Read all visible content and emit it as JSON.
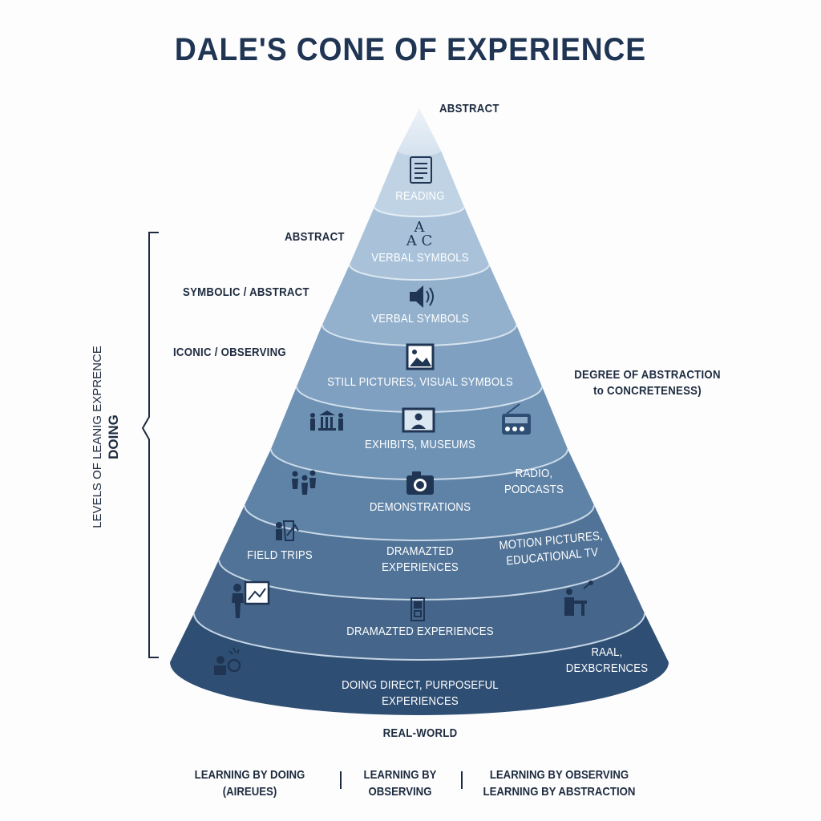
{
  "title": "DALE'S CONE OF EXPERIENCE",
  "top_label": "ABSTRACT",
  "left_levels": {
    "abstract": "ABSTRACT",
    "symbolic": "SYMBOLIC / ABSTRACT",
    "iconic": "ICONIC / OBSERVING"
  },
  "vertical_axis": {
    "line1": "LEVELS OF LEANIG EXPRENCE",
    "line2": "DOING"
  },
  "right_axis": {
    "line1": "DEGREE OF ABSTRACTION",
    "line2": "to CONCRETENESS)"
  },
  "bands": [
    {
      "label": "READING",
      "icon": "document-icon"
    },
    {
      "label": "VERBAL SYMBOLS",
      "icon": "abc-letters-icon",
      "icon_text": [
        "A",
        "A C"
      ]
    },
    {
      "label": "VERBAL SYMBOLS",
      "icon": "speaker-icon"
    },
    {
      "label": "STILL PICTURES, VISUAL SYMBOLS",
      "icon": "picture-icon"
    },
    {
      "label": "EXHIBITS, MUSEUMS",
      "icon": "monitor-person-icon"
    },
    {
      "label": "DEMONSTRATIONS",
      "icon": "camera-icon"
    },
    {
      "label_line1": "DRAMAZTED",
      "label_line2": "EXPERIENCES"
    },
    {
      "label": "DRAMAZTED EXPERIENCES",
      "icon": "film-icon"
    },
    {
      "label_line1": "DOING DIRECT, PURPOSEFUL",
      "label_line2": "EXPERIENCES"
    }
  ],
  "side_labels": {
    "radio_line1": "RADIO,",
    "radio_line2": "PODCASTS",
    "motion_line1": "MOTION PICTURES,",
    "motion_line2": "EDUCATIONAL TV",
    "field_trips": "FIELD TRIPS",
    "real_line1": "RAAL,",
    "real_line2": "DEXBCRENCES"
  },
  "bottom_label": "REAL-WORLD",
  "footer": {
    "col1_line1": "LEARNING BY DOING",
    "col1_line2": "(AIREUES)",
    "col2_line1": "LEARNING BY",
    "col2_line2": "OBSERVING",
    "col3_line1": "LEARNING BY OBSERVING",
    "col3_line2": "LEARNING BY ABSTRACTION"
  },
  "colors": {
    "band_top": "#dfe9f2",
    "band_bottom": "#2f4f74",
    "text_dark": "#1d2b3e",
    "title": "#1f3553"
  }
}
